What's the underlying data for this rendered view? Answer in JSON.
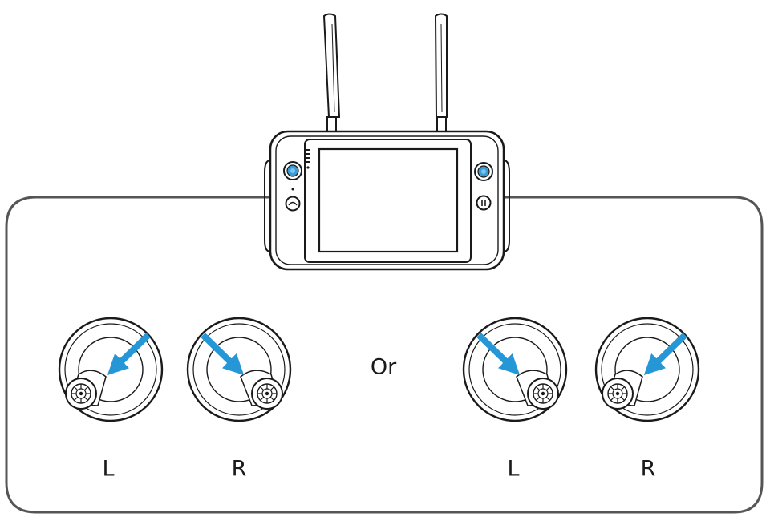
{
  "labels": {
    "or": "Or",
    "left_1": "L",
    "right_1": "R",
    "left_2": "L",
    "right_2": "R"
  },
  "colors": {
    "line": "#1a1a1a",
    "frame": "#555555",
    "arrow": "#2596d6",
    "button": "#3a9bd5"
  },
  "icons": {
    "arrow": "blue-arrow-icon",
    "stick": "joystick-icon"
  }
}
